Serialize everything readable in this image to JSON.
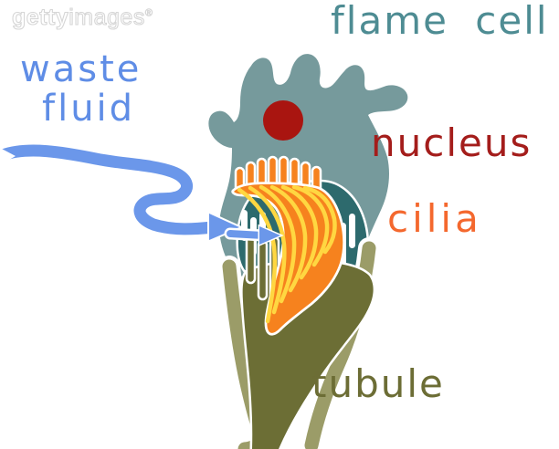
{
  "watermark": {
    "bold": "getty",
    "light": "images",
    "registered": "®"
  },
  "labels": {
    "flame_cell": {
      "text": "flame cell",
      "color": "#4e8c93"
    },
    "waste_fluid": {
      "line1": "waste",
      "line2": "fluid",
      "color": "#5f8de6"
    },
    "nucleus": {
      "text": "nucleus",
      "color": "#a41d1b"
    },
    "cilia": {
      "text": "cilia",
      "color": "#f4682e"
    },
    "tubule": {
      "text": "tubule",
      "color": "#6c6d35"
    }
  },
  "diagram": {
    "colors": {
      "cell_body": "#769a9c",
      "cell_interior": "#2d6a6d",
      "nucleus": "#a91510",
      "cilia_orange": "#f6821e",
      "cilia_yellow": "#ffd741",
      "tubule_dark": "#6c6e35",
      "tubule_light": "#9b9c68",
      "arrow_blue": "#6b97ea",
      "outline_white": "#ffffff"
    }
  }
}
